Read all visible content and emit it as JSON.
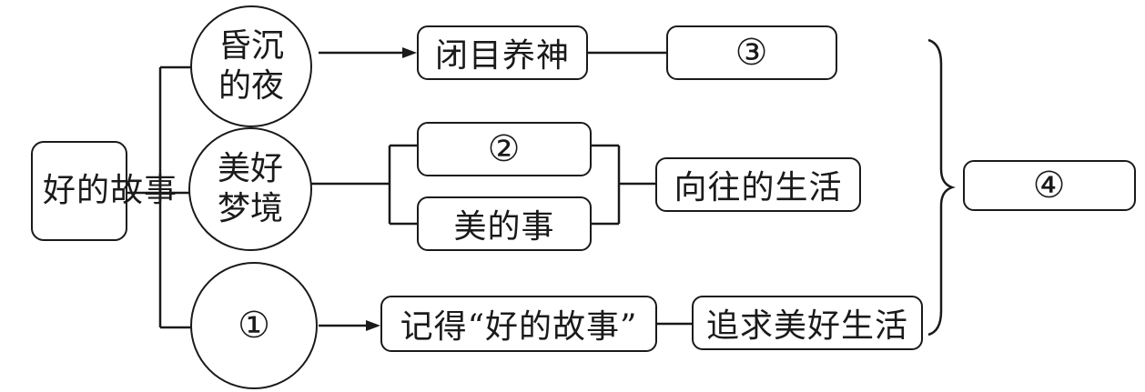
{
  "root": {
    "label": "好的故事"
  },
  "branches": [
    {
      "id": "night",
      "label": "昏沉的夜"
    },
    {
      "id": "dream",
      "label": "美好梦境"
    },
    {
      "id": "blank1",
      "label": "①"
    }
  ],
  "night_branch": {
    "action": "闭目养神",
    "result": "③"
  },
  "dream_branch": {
    "item_top": "②",
    "item_bottom": "美的事",
    "result": "向往的生活"
  },
  "third_branch": {
    "action": "记得“好的故事”",
    "result": "追求美好生活"
  },
  "summary": {
    "label": "④"
  }
}
